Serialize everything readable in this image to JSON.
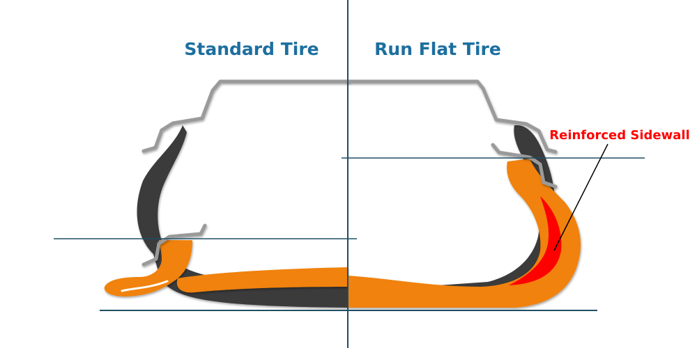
{
  "titles": {
    "standard": "Standard Tire",
    "run_flat": "Run Flat Tire"
  },
  "annotation": {
    "label": "Reinforced Sidewall"
  },
  "colors": {
    "title": "#1d6f9f",
    "guide_line": "#1f4e64",
    "tread": "#f0820f",
    "sidewall": "#3a3a3a",
    "reinforcement": "#ff0000",
    "rim": "#9a9a9a",
    "callout": "#ff0000"
  }
}
